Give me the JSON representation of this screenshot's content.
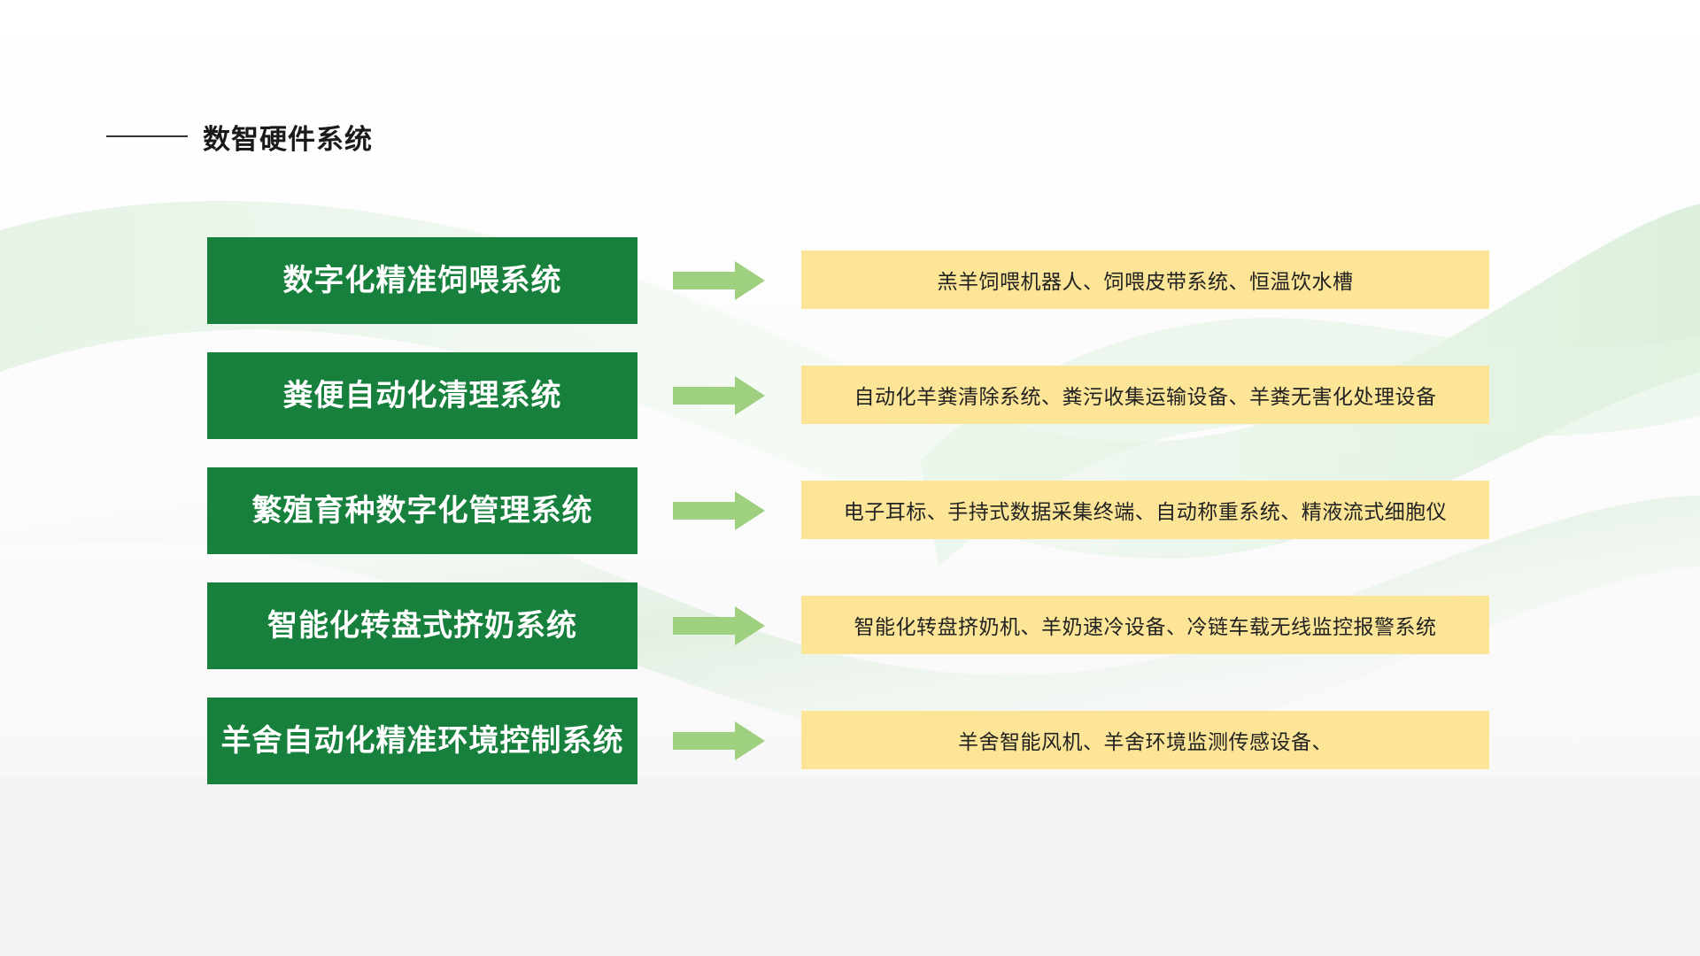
{
  "header": {
    "title": "数智硬件系统"
  },
  "colors": {
    "system_box": "#17803d",
    "device_box": "#fce596",
    "arrow": "#9fd07f",
    "wave": "#cfe8cf"
  },
  "rows": [
    {
      "system": "数字化精准饲喂系统",
      "devices": "羔羊饲喂机器人、饲喂皮带系统、恒温饮水槽"
    },
    {
      "system": "粪便自动化清理系统",
      "devices": "自动化羊粪清除系统、粪污收集运输设备、羊粪无害化处理设备"
    },
    {
      "system": "繁殖育种数字化管理系统",
      "devices": "电子耳标、手持式数据采集终端、自动称重系统、精液流式细胞仪"
    },
    {
      "system": "智能化转盘式挤奶系统",
      "devices": "智能化转盘挤奶机、羊奶速冷设备、冷链车载无线监控报警系统"
    },
    {
      "system": "羊舍自动化精准环境控制系统",
      "devices": "羊舍智能风机、羊舍环境监测传感设备、"
    }
  ]
}
